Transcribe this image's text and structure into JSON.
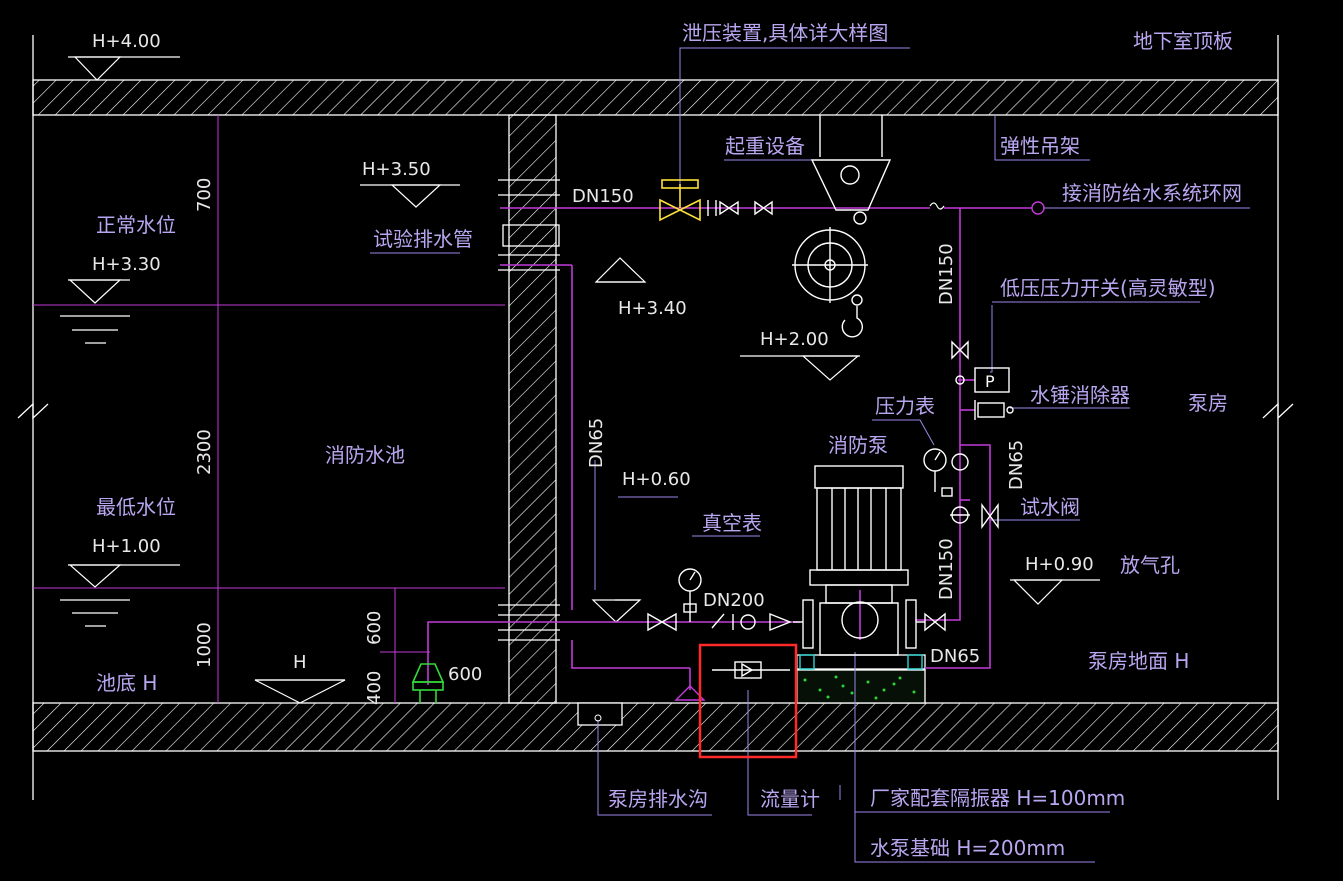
{
  "colors": {
    "background": "#000000",
    "structure": "#ffffff",
    "pipe": "#c23ad8",
    "leader": "#9b86e8",
    "label": "#b9a6f0",
    "valve_yellow": "#ffe23a",
    "foot_valve": "#34d93a",
    "highlight": "#ff2b2b"
  },
  "labels": {
    "h400": "H+4.00",
    "relief": "泄压装置,具体详大样图",
    "roof": "地下室顶板",
    "lifting": "起重设备",
    "hanger": "弹性吊架",
    "h350": "H+3.50",
    "dn150_top": "DN150",
    "to_ring": "接消防给水系统环网",
    "normal_level": "正常水位",
    "test_drain": "试验排水管",
    "h330": "H+3.30",
    "h340": "H+3.40",
    "low_switch": "低压压力开关(高灵敏型)",
    "dn150_v1": "DN150",
    "dim700": "700",
    "h200": "H+2.00",
    "hammer": "水锤消除器",
    "pump_room": "泵房",
    "gauge": "压力表",
    "pool": "消防水池",
    "dim2300": "2300",
    "dn65_v": "DN65",
    "fire_pump": "消防泵",
    "dn65_right": "DN65",
    "h060": "H+0.60",
    "test_valve": "试水阀",
    "lowest_level": "最低水位",
    "vacuum": "真空表",
    "h100": "H+1.00",
    "h090": "H+0.90",
    "vent": "放气孔",
    "dn200": "DN200",
    "dn150_v2": "DN150",
    "dim1000": "1000",
    "dim600": "600",
    "dim400": "400",
    "h_pool": "H",
    "pool_bottom": "池底 H",
    "dim600b": "600",
    "dn65_b": "DN65",
    "pump_floor": "泵房地面 H",
    "drain": "泵房排水沟",
    "flowmeter": "流量计",
    "isolator": "厂家配套隔振器 H=100mm",
    "foundation": "水泵基础 H=200mm",
    "gauge_p": "P"
  }
}
